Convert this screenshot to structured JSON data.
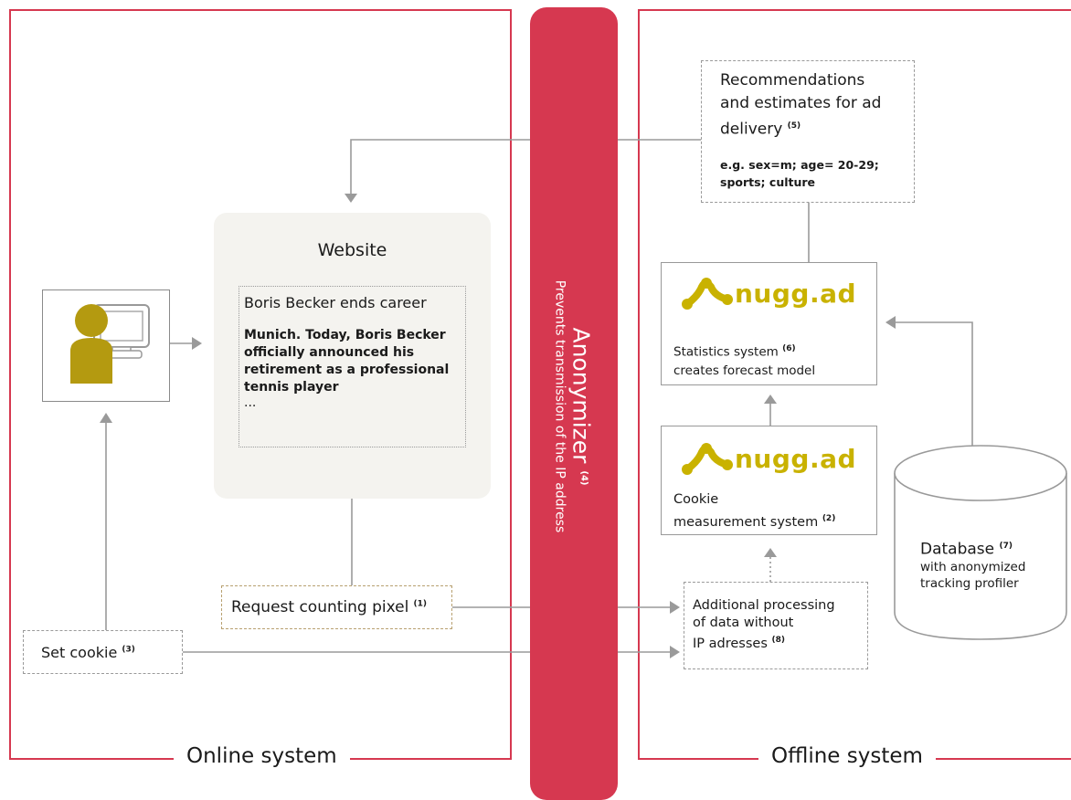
{
  "online": {
    "label": "Online system"
  },
  "offline": {
    "label": "Offline system"
  },
  "anonymizer": {
    "title": "Anonymizer",
    "ref": "(4)",
    "subtitle": "Prevents transmission of the IP address"
  },
  "website": {
    "title": "Website",
    "headline": "Boris Becker ends career",
    "body": "Munich. Today, Boris Becker officially announced his retirement as a professional tennis player",
    "ellipsis": "..."
  },
  "request_pixel": {
    "label": "Request counting pixel",
    "ref": "(1)"
  },
  "set_cookie": {
    "label": "Set cookie",
    "ref": "(3)"
  },
  "recommendations": {
    "title": "Recommendations and estimates for ad delivery",
    "ref": "(5)",
    "example": "e.g. sex=m; age= 20-29; sports; culture"
  },
  "statistics": {
    "logo": "nugg.ad",
    "line1": "Statistics system",
    "ref": "(6)",
    "line2": "creates forecast model"
  },
  "cookie_measurement": {
    "logo": "nugg.ad",
    "line1": "Cookie",
    "line2": "measurement system",
    "ref": "(2)"
  },
  "additional": {
    "line1": "Additional processing",
    "line2": "of data without",
    "line3": "IP adresses",
    "ref": "(8)"
  },
  "database": {
    "title": "Database",
    "ref": "(7)",
    "line1": "with anonymized",
    "line2": "tracking profiler"
  },
  "colors": {
    "accent": "#d63850",
    "logo": "#c9b200",
    "user": "#b49a10",
    "line": "#9a9a9a"
  }
}
